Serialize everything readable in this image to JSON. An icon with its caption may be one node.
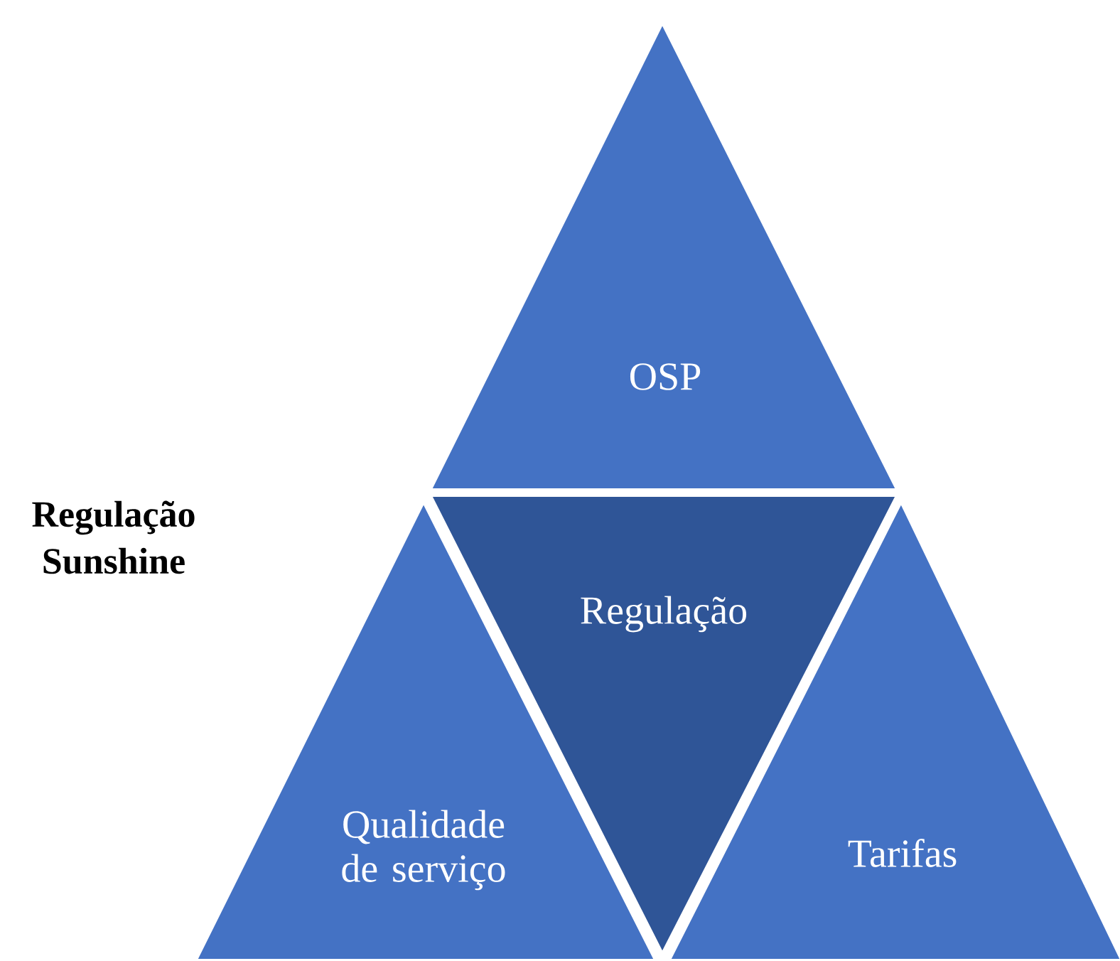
{
  "diagram": {
    "nodes": [
      {
        "text": [
          "OSP"
        ]
      },
      {
        "text": [
          "Regulação"
        ]
      },
      {
        "text": [
          "Qualidade de serviço"
        ]
      },
      {
        "text": [
          "Tarifas"
        ]
      }
    ],
    "labels": [
      "Regulação Sunshine"
    ]
  }
}
